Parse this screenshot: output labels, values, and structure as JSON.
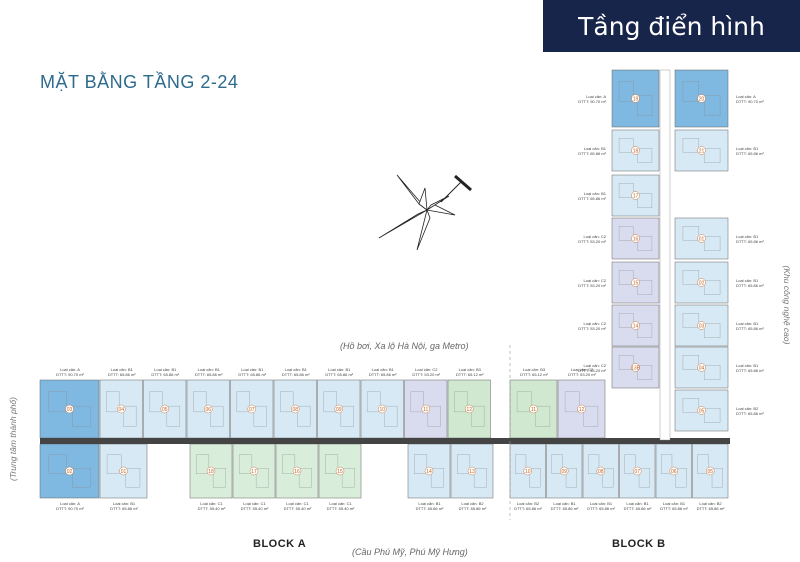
{
  "header": {
    "badge": "Tầng điển hình",
    "title": "MẶT BẰNG TẦNG 2-24"
  },
  "labels": {
    "left": "(Trung tâm thành phố)",
    "right": "(Khu công nghệ cao)",
    "top": "(Hồ bơi, Xa lộ Hà Nội, ga Metro)",
    "bottom": "(Cầu Phú Mỹ, Phú Mỹ Hưng)",
    "block_a": "BLOCK A",
    "block_b": "BLOCK B"
  },
  "colors": {
    "badge_bg": "#18254a",
    "title": "#2d6a8c",
    "type_a": "#7fb8e0",
    "type_b": "#d6e9f5",
    "type_c1": "#d9eeda",
    "type_c2": "#d8dcee",
    "type_b3": "#cfe8cf"
  },
  "units_top_a": [
    {
      "name": "Loại căn: A",
      "area": "DTTT: 90.70 m²",
      "num": "03"
    },
    {
      "name": "Loại căn: B1",
      "area": "DTTT: 65.86 m²",
      "num": "04"
    },
    {
      "name": "Loại căn: B1",
      "area": "DTTT: 65.86 m²",
      "num": "05"
    },
    {
      "name": "Loại căn: B1",
      "area": "DTTT: 65.86 m²",
      "num": "06"
    },
    {
      "name": "Loại căn: B1",
      "area": "DTTT: 65.86 m²",
      "num": "07"
    },
    {
      "name": "Loại căn: B1",
      "area": "DTTT: 65.86 m²",
      "num": "08"
    },
    {
      "name": "Loại căn: B1",
      "area": "DTTT: 65.86 m²",
      "num": "09"
    },
    {
      "name": "Loại căn: B1",
      "area": "DTTT: 65.86 m²",
      "num": "10"
    },
    {
      "name": "Loại căn: C2",
      "area": "DTTT: 53.20 m²",
      "num": "11"
    },
    {
      "name": "Loại căn: B3",
      "area": "DTTT: 65.12 m²",
      "num": "12"
    }
  ],
  "units_bottom_a": [
    {
      "name": "Loại căn: A",
      "area": "DTTT: 90.70 m²",
      "num": "02"
    },
    {
      "name": "Loại căn: B1",
      "area": "DTTT: 65.86 m²",
      "num": "01"
    },
    {
      "name": "Loại căn: C1",
      "area": "DTTT: 55.40 m²",
      "num": "18"
    },
    {
      "name": "Loại căn: C1",
      "area": "DTTT: 55.40 m²",
      "num": "17"
    },
    {
      "name": "Loại căn: C1",
      "area": "DTTT: 55.40 m²",
      "num": "16"
    },
    {
      "name": "Loại căn: C1",
      "area": "DTTT: 55.40 m²",
      "num": "15"
    },
    {
      "name": "Loại căn: B1",
      "area": "DTTT: 65.86 m²",
      "num": "14"
    },
    {
      "name": "Loại căn: B2",
      "area": "DTTT: 65.86 m²",
      "num": "13"
    }
  ],
  "units_top_b": [
    {
      "name": "Loại căn: B3",
      "area": "DTTT: 65.12 m²",
      "num": "11"
    },
    {
      "name": "Loại căn: C2",
      "area": "DTTT: 53.20 m²",
      "num": "12"
    }
  ],
  "units_bottom_b": [
    {
      "name": "Loại căn: B2",
      "area": "DTTT: 65.86 m²",
      "num": "10"
    },
    {
      "name": "Loại căn: B1",
      "area": "DTTT: 65.86 m²",
      "num": "09"
    },
    {
      "name": "Loại căn: B1",
      "area": "DTTT: 65.86 m²",
      "num": "08"
    },
    {
      "name": "Loại căn: B1",
      "area": "DTTT: 65.86 m²",
      "num": "07"
    },
    {
      "name": "Loại căn: B1",
      "area": "DTTT: 65.86 m²",
      "num": "06"
    },
    {
      "name": "Loại căn: B2",
      "area": "DTTT: 65.86 m²",
      "num": "05"
    }
  ],
  "units_tower_left": [
    {
      "name": "Loại căn: A",
      "area": "DTTT: 90.70 m²",
      "num": "19"
    },
    {
      "name": "Loại căn: B1",
      "area": "DTTT: 65.86 m²",
      "num": "18"
    },
    {
      "name": "Loại căn: B1",
      "area": "DTTT: 65.86 m²",
      "num": "17"
    },
    {
      "name": "Loại căn: C2",
      "area": "DTTT: 53.20 m²",
      "num": "16"
    },
    {
      "name": "Loại căn: C2",
      "area": "DTTT: 53.20 m²",
      "num": "15"
    },
    {
      "name": "Loại căn: C2",
      "area": "DTTT: 53.20 m²",
      "num": "14"
    },
    {
      "name": "Loại căn: C2",
      "area": "DTTT: 53.20 m²",
      "num": "13B"
    }
  ],
  "units_tower_right": [
    {
      "name": "Loại căn: A",
      "area": "DTTT: 90.70 m²",
      "num": "20"
    },
    {
      "name": "Loại căn: B1",
      "area": "DTTT: 65.86 m²",
      "num": "21"
    },
    {
      "name": "Loại căn: B1",
      "area": "DTTT: 65.86 m²",
      "num": "01"
    },
    {
      "name": "Loại căn: B1",
      "area": "DTTT: 65.86 m²",
      "num": "02"
    },
    {
      "name": "Loại căn: B1",
      "area": "DTTT: 65.86 m²",
      "num": "03"
    },
    {
      "name": "Loại căn: B1",
      "area": "DTTT: 65.86 m²",
      "num": "04"
    },
    {
      "name": "Loại căn: B2",
      "area": "DTTT: 65.86 m²",
      "num": "05"
    }
  ]
}
